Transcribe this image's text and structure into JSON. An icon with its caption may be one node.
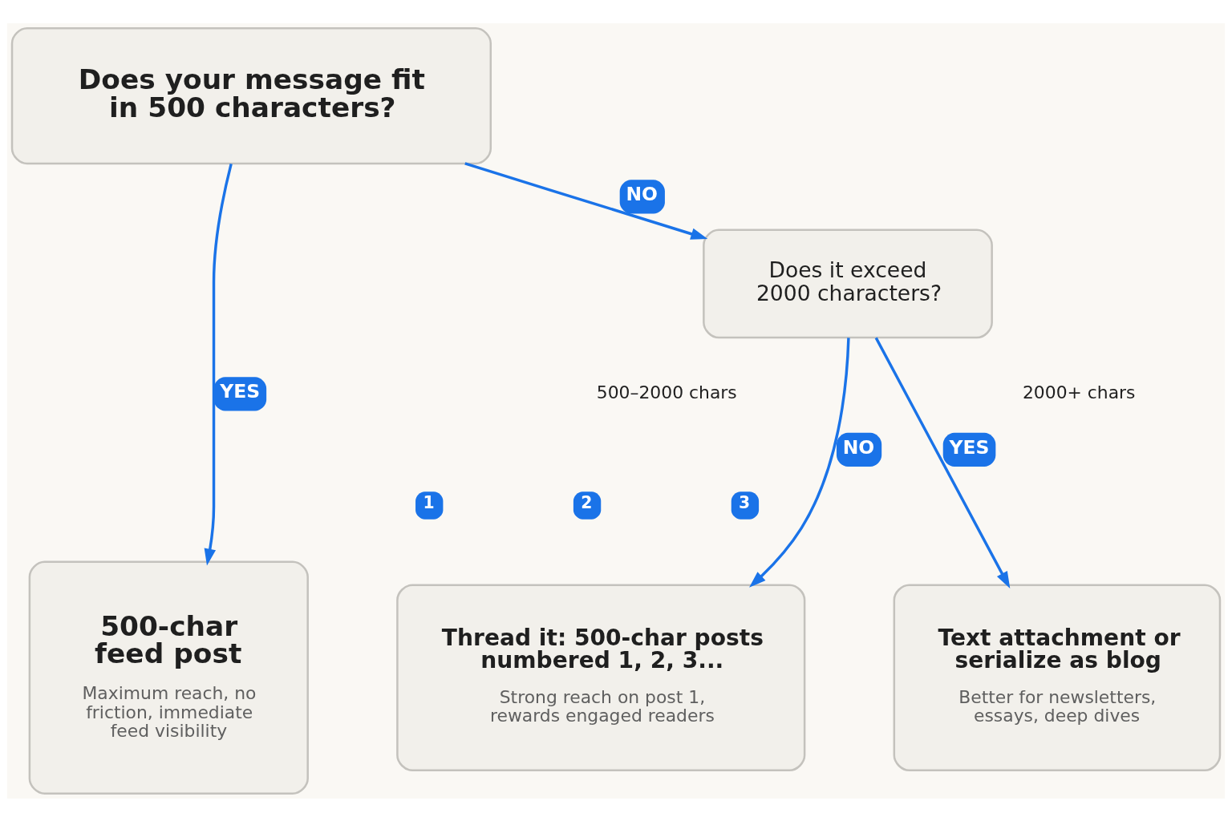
{
  "diagram": {
    "nodes": [
      {
        "text": [
          "Does your message fit in 500 characters?"
        ]
      },
      {
        "text": [
          "Does it exceed 2000 characters?"
        ]
      },
      {
        "text": [
          "500-char feed post",
          "Maximum reach, no friction, immediate feed visibility"
        ]
      },
      {
        "text": [
          "Thread it: 500-char posts numbered 1, 2, 3...",
          "Strong reach on post 1, rewards engaged readers"
        ]
      },
      {
        "text": [
          "Text attachment or serialize as blog",
          "Better for newsletters, essays, deep dives"
        ]
      }
    ],
    "edges": [
      {
        "from": 0,
        "to": 2,
        "arrow": "to",
        "label": "YES"
      },
      {
        "from": 0,
        "to": 1,
        "arrow": "to",
        "label": "NO"
      },
      {
        "from": 1,
        "to": 3,
        "arrow": "to",
        "label": "NO"
      },
      {
        "from": 1,
        "to": 4,
        "arrow": "to",
        "label": "YES"
      }
    ],
    "labels": [
      "500–2000 chars",
      "2000+ chars",
      "1",
      "2",
      "3"
    ]
  }
}
